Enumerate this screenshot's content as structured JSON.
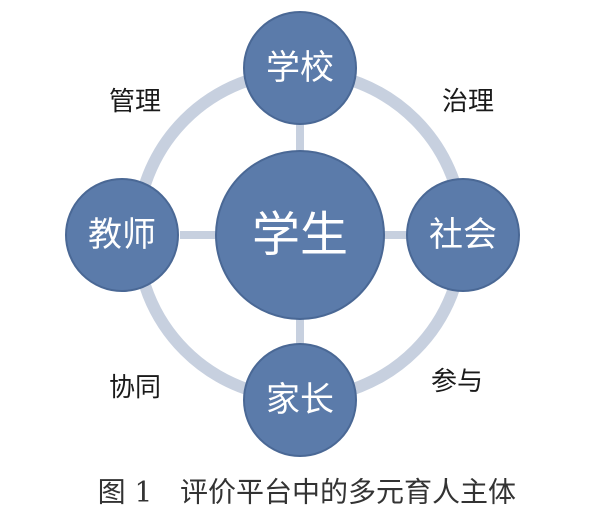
{
  "colors": {
    "node_fill": "#5B7BAA",
    "node_stroke": "#4A6895",
    "ring": "#C7D0DF",
    "connector": "#C7D0DF"
  },
  "nodes": {
    "center": "学生",
    "top": "学校",
    "right": "社会",
    "bottom": "家长",
    "left": "教师"
  },
  "relations": {
    "top_left": "管理",
    "top_right": "治理",
    "bottom_left": "协同",
    "bottom_right": "参与"
  },
  "caption": {
    "figure_number": "图 1",
    "title": "评价平台中的多元育人主体"
  }
}
